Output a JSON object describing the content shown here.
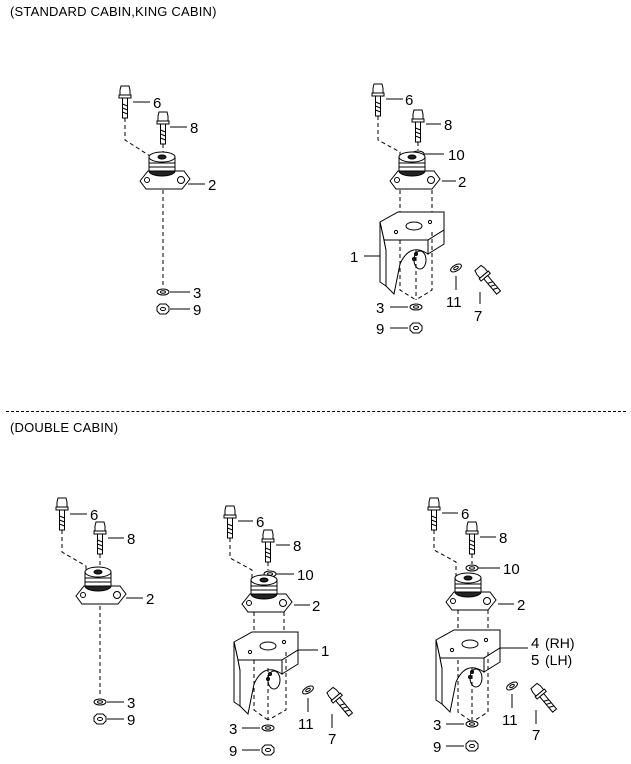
{
  "sections": [
    {
      "title": "(STANDARD CABIN,KING CABIN)",
      "assemblies": [
        {
          "callouts": [
            {
              "label": "6"
            },
            {
              "label": "8"
            },
            {
              "label": "2"
            },
            {
              "label": "3"
            },
            {
              "label": "9"
            }
          ]
        },
        {
          "callouts": [
            {
              "label": "6"
            },
            {
              "label": "8"
            },
            {
              "label": "10"
            },
            {
              "label": "2"
            },
            {
              "label": "1"
            },
            {
              "label": "11"
            },
            {
              "label": "7"
            },
            {
              "label": "3"
            },
            {
              "label": "9"
            }
          ]
        }
      ]
    },
    {
      "title": "(DOUBLE CABIN)",
      "assemblies": [
        {
          "callouts": [
            {
              "label": "6"
            },
            {
              "label": "8"
            },
            {
              "label": "2"
            },
            {
              "label": "3"
            },
            {
              "label": "9"
            }
          ]
        },
        {
          "callouts": [
            {
              "label": "6"
            },
            {
              "label": "8"
            },
            {
              "label": "10"
            },
            {
              "label": "2"
            },
            {
              "label": "1"
            },
            {
              "label": "11"
            },
            {
              "label": "7"
            },
            {
              "label": "3"
            },
            {
              "label": "9"
            }
          ]
        },
        {
          "callouts": [
            {
              "label": "6"
            },
            {
              "label": "8"
            },
            {
              "label": "10"
            },
            {
              "label": "2"
            },
            {
              "label": "4"
            },
            {
              "label": "(RH)"
            },
            {
              "label": "5"
            },
            {
              "label": "(LH)"
            },
            {
              "label": "11"
            },
            {
              "label": "7"
            },
            {
              "label": "3"
            },
            {
              "label": "9"
            }
          ]
        }
      ]
    }
  ]
}
